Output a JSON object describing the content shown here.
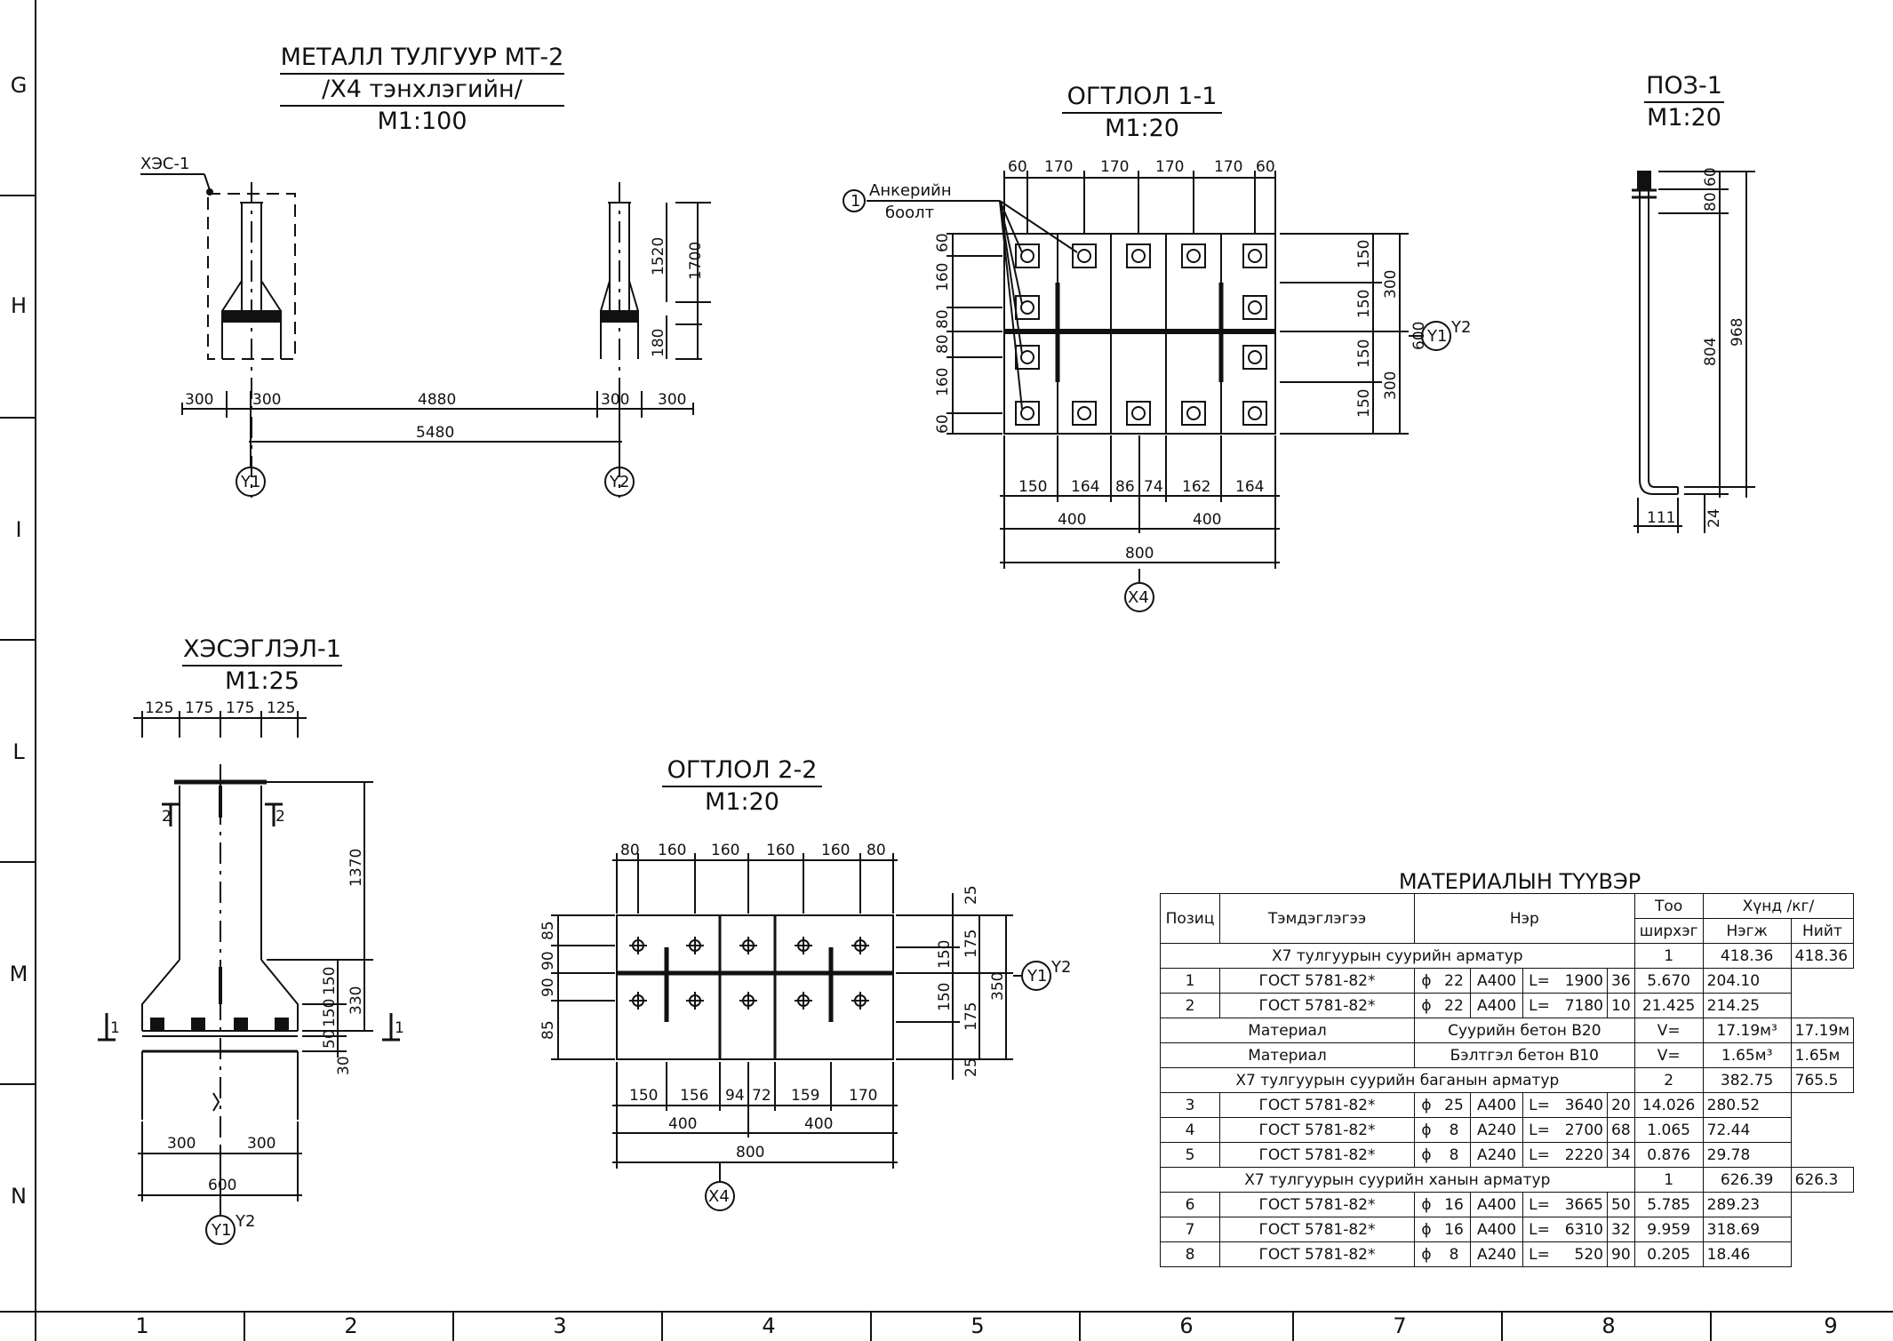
{
  "row_labels": [
    "G",
    "H",
    "I",
    "L",
    "M",
    "N"
  ],
  "col_labels": [
    "1",
    "2",
    "3",
    "4",
    "5",
    "6",
    "7",
    "8",
    "9"
  ],
  "view_mt2": {
    "title1": "МЕТАЛЛ ТУЛГУУР МТ-2",
    "title2": "/Х4 тэнхлэгийн/",
    "scale": "М1:100",
    "callout": "ХЭС-1",
    "dims": [
      "300",
      "300",
      "4880",
      "300",
      "300",
      "5480",
      "1520",
      "1700",
      "180"
    ],
    "axes": [
      "Y1",
      "Y2"
    ]
  },
  "view_s11": {
    "title": "ОГТЛОЛ 1-1",
    "scale": "М1:20",
    "anchor_num": "1",
    "anchor_line1": "Анкерийн",
    "anchor_line2": "боолт",
    "top_dims": [
      "60",
      "170",
      "170",
      "170",
      "170",
      "60"
    ],
    "left_dims": [
      "60",
      "160",
      "80",
      "80",
      "160",
      "60"
    ],
    "right_dims": [
      "150",
      "150",
      "150",
      "150"
    ],
    "right_dims2": [
      "300",
      "300"
    ],
    "total_h": "600",
    "bottom_dims": [
      "150",
      "164",
      "86",
      "74",
      "162",
      "164"
    ],
    "half_dims": [
      "400",
      "400"
    ],
    "total_w": "800",
    "axis_right": "Y1",
    "axis_right2": "Y2",
    "axis_bottom": "X4"
  },
  "view_poz1": {
    "title": "ПОЗ-1",
    "scale": "М1:20",
    "dims": [
      "60",
      "80",
      "804",
      "968",
      "111",
      "24"
    ]
  },
  "view_hes1": {
    "title": "ХЭСЭГЛЭЛ-1",
    "scale": "М1:25",
    "top_dims": [
      "125",
      "175",
      "175",
      "125"
    ],
    "right_dims": [
      "1370",
      "150",
      "150",
      "330",
      "50",
      "30"
    ],
    "bottom_dims": [
      "300",
      "300"
    ],
    "total_w": "600",
    "axis": "Y1",
    "axis2": "Y2",
    "cut_marks": [
      "2",
      "2",
      "1",
      "1"
    ]
  },
  "view_s22": {
    "title": "ОГТЛОЛ 2-2",
    "scale": "М1:20",
    "top_dims": [
      "80",
      "160",
      "160",
      "160",
      "160",
      "80"
    ],
    "left_dims": [
      "85",
      "90",
      "90",
      "85"
    ],
    "right_dims": [
      "25",
      "150",
      "150",
      "25"
    ],
    "right_dims2": [
      "175",
      "175"
    ],
    "total_h": "350",
    "bottom_dims": [
      "150",
      "156",
      "94",
      "72",
      "159",
      "170"
    ],
    "half_dims": [
      "400",
      "400"
    ],
    "total_w": "800",
    "axis_right": "Y1",
    "axis_right2": "Y2",
    "axis_bottom": "X4"
  },
  "material_table": {
    "title": "МАТЕРИАЛЫН ТҮҮВЭР",
    "headers": {
      "pos": "Позиц",
      "designation": "Тэмдэглэгээ",
      "name": "Нэр",
      "qty1": "Тоо",
      "qty2": "ширхэг",
      "weight": "Хүнд /кг/",
      "unit": "Нэгж",
      "total": "Нийт"
    },
    "rows": [
      {
        "type": "group",
        "label": "Х7 тулгуурын суурийн арматур",
        "qty": "1",
        "unit": "418.36",
        "total": "418.36"
      },
      {
        "type": "item",
        "pos": "1",
        "gost": "ГОСТ 5781-82*",
        "phi": "ϕ",
        "d": "22",
        "cls": "А400",
        "l": "L=",
        "len": "1900",
        "qty": "36",
        "unit": "5.670",
        "total": "204.10"
      },
      {
        "type": "item",
        "pos": "2",
        "gost": "ГОСТ 5781-82*",
        "phi": "ϕ",
        "d": "22",
        "cls": "А400",
        "l": "L=",
        "len": "7180",
        "qty": "10",
        "unit": "21.425",
        "total": "214.25"
      },
      {
        "type": "mat",
        "label": "Материал",
        "name": "Суурийн бетон В20",
        "qty": "V=",
        "unit": "17.19м³",
        "total": "17.19м"
      },
      {
        "type": "mat",
        "label": "Материал",
        "name": "Бэлтгэл бетон В10",
        "qty": "V=",
        "unit": "1.65м³",
        "total": "1.65м"
      },
      {
        "type": "group",
        "label": "Х7 тулгуурын суурийн баганын арматур",
        "qty": "2",
        "unit": "382.75",
        "total": "765.5"
      },
      {
        "type": "item",
        "pos": "3",
        "gost": "ГОСТ 5781-82*",
        "phi": "ϕ",
        "d": "25",
        "cls": "А400",
        "l": "L=",
        "len": "3640",
        "qty": "20",
        "unit": "14.026",
        "total": "280.52"
      },
      {
        "type": "item",
        "pos": "4",
        "gost": "ГОСТ 5781-82*",
        "phi": "ϕ",
        "d": "8",
        "cls": "А240",
        "l": "L=",
        "len": "2700",
        "qty": "68",
        "unit": "1.065",
        "total": "72.44"
      },
      {
        "type": "item",
        "pos": "5",
        "gost": "ГОСТ 5781-82*",
        "phi": "ϕ",
        "d": "8",
        "cls": "А240",
        "l": "L=",
        "len": "2220",
        "qty": "34",
        "unit": "0.876",
        "total": "29.78"
      },
      {
        "type": "group",
        "label": "Х7 тулгуурын суурийн ханын арматур",
        "qty": "1",
        "unit": "626.39",
        "total": "626.3"
      },
      {
        "type": "item",
        "pos": "6",
        "gost": "ГОСТ 5781-82*",
        "phi": "ϕ",
        "d": "16",
        "cls": "А400",
        "l": "L=",
        "len": "3665",
        "qty": "50",
        "unit": "5.785",
        "total": "289.23"
      },
      {
        "type": "item",
        "pos": "7",
        "gost": "ГОСТ 5781-82*",
        "phi": "ϕ",
        "d": "16",
        "cls": "А400",
        "l": "L=",
        "len": "6310",
        "qty": "32",
        "unit": "9.959",
        "total": "318.69"
      },
      {
        "type": "item",
        "pos": "8",
        "gost": "ГОСТ 5781-82*",
        "phi": "ϕ",
        "d": "8",
        "cls": "А240",
        "l": "L=",
        "len": "520",
        "qty": "90",
        "unit": "0.205",
        "total": "18.46"
      }
    ]
  }
}
